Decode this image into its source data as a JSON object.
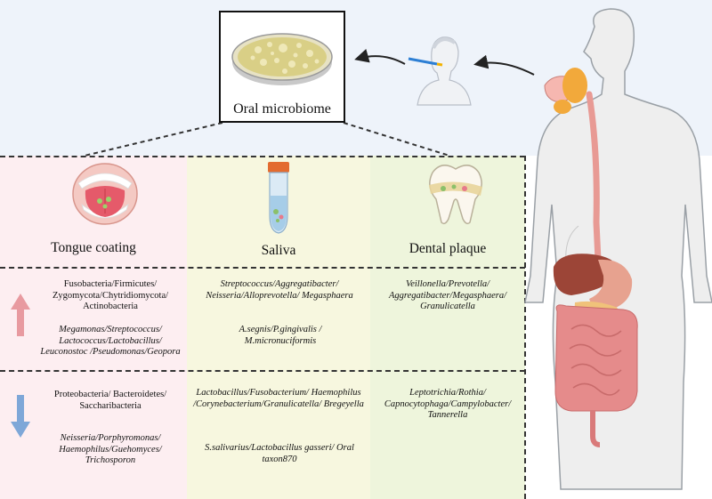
{
  "title": "Oral microbiome",
  "sites": {
    "tongue": {
      "label": "Tongue coating",
      "up_phyla": "Fusobacteria/Firmicutes/ Zygomycota/Chytridiomycota/ Actinobacteria",
      "up_genera": "Megamonas/Streptococcus/ Lactococcus/Lactobacillus/ Leuconostoc /Pseudomonas/Geopora",
      "down_phyla": "Proteobacteria/ Bacteroidetes/ Saccharibacteria",
      "down_genera": "Neisseria/Porphyromonas/ Haemophilus/Guehomyces/ Trichosporon"
    },
    "saliva": {
      "label": "Saliva",
      "up_genera": "Streptococcus/Aggregatibacter/ Neisseria/Alloprevotella/ Megasphaera",
      "up_species": "A.segnis/P.gingivalis / M.micronuciformis",
      "down_genera": "Lactobacillus/Fusobacterium/ Haemophilus /Corynebacterium/Granulicatella/ Bregeyella",
      "down_species": "S.salivarius/Lactobacillus gasseri/ Oral taxon870"
    },
    "plaque": {
      "label": "Dental plaque",
      "up_genera": "Veillonella/Prevotella/ Aggregatibacter/Megasphaera/ Granulicatella",
      "down_genera": "Leptotrichia/Rothia/ Capnocytophaga/Campylobacter/ Tannerella"
    }
  },
  "colors": {
    "tongue_bg": "#fdeef1",
    "saliva_bg": "#f7f7df",
    "plaque_bg": "#eef5dc",
    "top_bg": "#eef3fa",
    "up_arrow": "#e89aa0",
    "down_arrow": "#7ea7d8"
  },
  "icons": [
    "petri-dish-icon",
    "swab-person-icon",
    "tongue-icon",
    "saliva-tube-icon",
    "tooth-icon",
    "up-arrow-icon",
    "down-arrow-icon",
    "human-body-icon"
  ]
}
